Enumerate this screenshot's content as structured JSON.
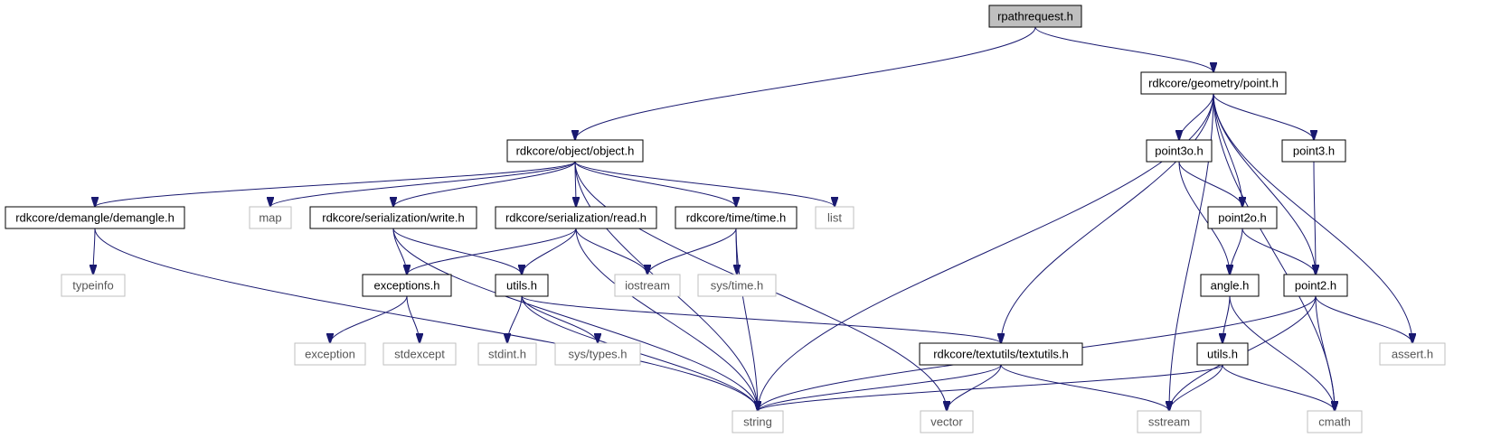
{
  "colors": {
    "edge": "#191970",
    "root_fill": "#bfbfbf",
    "internal_border": "#000000",
    "external_border": "#bfbfbf",
    "text": "#000000"
  },
  "nodes": {
    "n_root": {
      "label": "rpathrequest.h",
      "kind": "root"
    },
    "n_point": {
      "label": "rdkcore/geometry/point.h",
      "kind": "internal"
    },
    "n_object": {
      "label": "rdkcore/object/object.h",
      "kind": "internal"
    },
    "n_demangle": {
      "label": "rdkcore/demangle/demangle.h",
      "kind": "internal"
    },
    "n_map": {
      "label": "map",
      "kind": "external"
    },
    "n_write": {
      "label": "rdkcore/serialization/write.h",
      "kind": "internal"
    },
    "n_read": {
      "label": "rdkcore/serialization/read.h",
      "kind": "internal"
    },
    "n_time": {
      "label": "rdkcore/time/time.h",
      "kind": "internal"
    },
    "n_list": {
      "label": "list",
      "kind": "external"
    },
    "n_point3o": {
      "label": "point3o.h",
      "kind": "internal"
    },
    "n_point3": {
      "label": "point3.h",
      "kind": "internal"
    },
    "n_point2o": {
      "label": "point2o.h",
      "kind": "internal"
    },
    "n_typeinfo": {
      "label": "typeinfo",
      "kind": "external"
    },
    "n_exceptions": {
      "label": "exceptions.h",
      "kind": "internal"
    },
    "n_utils1": {
      "label": "utils.h",
      "kind": "internal"
    },
    "n_iostream": {
      "label": "iostream",
      "kind": "external"
    },
    "n_systime": {
      "label": "sys/time.h",
      "kind": "external"
    },
    "n_angle": {
      "label": "angle.h",
      "kind": "internal"
    },
    "n_point2": {
      "label": "point2.h",
      "kind": "internal"
    },
    "n_exception": {
      "label": "exception",
      "kind": "external"
    },
    "n_stdexcept": {
      "label": "stdexcept",
      "kind": "external"
    },
    "n_stdint": {
      "label": "stdint.h",
      "kind": "external"
    },
    "n_systypes": {
      "label": "sys/types.h",
      "kind": "external"
    },
    "n_textutils": {
      "label": "rdkcore/textutils/textutils.h",
      "kind": "internal"
    },
    "n_utils2": {
      "label": "utils.h",
      "kind": "internal"
    },
    "n_assert": {
      "label": "assert.h",
      "kind": "external"
    },
    "n_string": {
      "label": "string",
      "kind": "external"
    },
    "n_vector": {
      "label": "vector",
      "kind": "external"
    },
    "n_sstream": {
      "label": "sstream",
      "kind": "external"
    },
    "n_cmath": {
      "label": "cmath",
      "kind": "external"
    }
  },
  "edges": [
    {
      "from": "n_root",
      "to": "n_object"
    },
    {
      "from": "n_root",
      "to": "n_point"
    },
    {
      "from": "n_object",
      "to": "n_demangle"
    },
    {
      "from": "n_object",
      "to": "n_map"
    },
    {
      "from": "n_object",
      "to": "n_write"
    },
    {
      "from": "n_object",
      "to": "n_read"
    },
    {
      "from": "n_object",
      "to": "n_time"
    },
    {
      "from": "n_object",
      "to": "n_list"
    },
    {
      "from": "n_object",
      "to": "n_string"
    },
    {
      "from": "n_object",
      "to": "n_vector"
    },
    {
      "from": "n_demangle",
      "to": "n_typeinfo"
    },
    {
      "from": "n_demangle",
      "to": "n_string"
    },
    {
      "from": "n_write",
      "to": "n_exceptions"
    },
    {
      "from": "n_write",
      "to": "n_utils1"
    },
    {
      "from": "n_write",
      "to": "n_string"
    },
    {
      "from": "n_read",
      "to": "n_exceptions"
    },
    {
      "from": "n_read",
      "to": "n_utils1"
    },
    {
      "from": "n_read",
      "to": "n_iostream"
    },
    {
      "from": "n_read",
      "to": "n_string"
    },
    {
      "from": "n_time",
      "to": "n_iostream"
    },
    {
      "from": "n_time",
      "to": "n_systime"
    },
    {
      "from": "n_time",
      "to": "n_string"
    },
    {
      "from": "n_exceptions",
      "to": "n_exception"
    },
    {
      "from": "n_exceptions",
      "to": "n_stdexcept"
    },
    {
      "from": "n_utils1",
      "to": "n_stdint"
    },
    {
      "from": "n_utils1",
      "to": "n_systypes"
    },
    {
      "from": "n_utils1",
      "to": "n_textutils"
    },
    {
      "from": "n_utils1",
      "to": "n_string"
    },
    {
      "from": "n_textutils",
      "to": "n_string"
    },
    {
      "from": "n_textutils",
      "to": "n_vector"
    },
    {
      "from": "n_textutils",
      "to": "n_sstream"
    },
    {
      "from": "n_point",
      "to": "n_string"
    },
    {
      "from": "n_point",
      "to": "n_textutils"
    },
    {
      "from": "n_point",
      "to": "n_sstream"
    },
    {
      "from": "n_point",
      "to": "n_point3o"
    },
    {
      "from": "n_point",
      "to": "n_point2o"
    },
    {
      "from": "n_point",
      "to": "n_point3"
    },
    {
      "from": "n_point",
      "to": "n_point2"
    },
    {
      "from": "n_point",
      "to": "n_assert"
    },
    {
      "from": "n_point",
      "to": "n_cmath"
    },
    {
      "from": "n_point3o",
      "to": "n_point2o"
    },
    {
      "from": "n_point3o",
      "to": "n_angle"
    },
    {
      "from": "n_point3",
      "to": "n_point2"
    },
    {
      "from": "n_point2o",
      "to": "n_angle"
    },
    {
      "from": "n_point2o",
      "to": "n_point2"
    },
    {
      "from": "n_angle",
      "to": "n_utils2"
    },
    {
      "from": "n_angle",
      "to": "n_cmath"
    },
    {
      "from": "n_point2",
      "to": "n_assert"
    },
    {
      "from": "n_point2",
      "to": "n_cmath"
    },
    {
      "from": "n_point2",
      "to": "n_sstream"
    },
    {
      "from": "n_point2",
      "to": "n_string"
    },
    {
      "from": "n_utils2",
      "to": "n_string"
    },
    {
      "from": "n_utils2",
      "to": "n_sstream"
    },
    {
      "from": "n_utils2",
      "to": "n_cmath"
    }
  ]
}
